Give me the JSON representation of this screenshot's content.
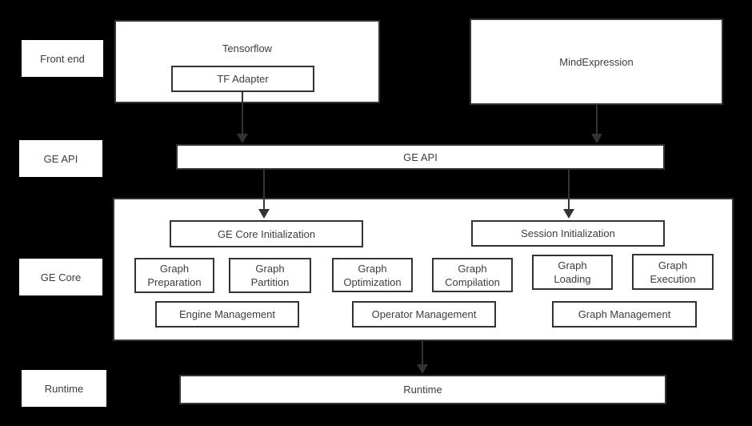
{
  "colors": {
    "background": "#000000",
    "box_fill": "#ffffff",
    "box_border": "#333333",
    "text": "#3d3d3d",
    "arrow": "#333333"
  },
  "side_labels": {
    "front_end": "Front end",
    "ge_api": "GE API",
    "ge_core": "GE Core",
    "runtime": "Runtime"
  },
  "front_end": {
    "tensorflow_label": "Tensorflow",
    "tf_adapter_label": "TF Adapter",
    "mind_expression_label": "MindExpression"
  },
  "ge_api": {
    "bar_label": "GE API"
  },
  "ge_core": {
    "core_init_label": "GE Core Initialization",
    "session_init_label": "Session Initialization",
    "pipeline": [
      "Graph Preparation",
      "Graph Partition",
      "Graph Optimization",
      "Graph Compilation",
      "Graph Loading",
      "Graph Execution"
    ],
    "management": [
      "Engine Management",
      "Operator Management",
      "Graph Management"
    ]
  },
  "runtime": {
    "bar_label": "Runtime"
  }
}
